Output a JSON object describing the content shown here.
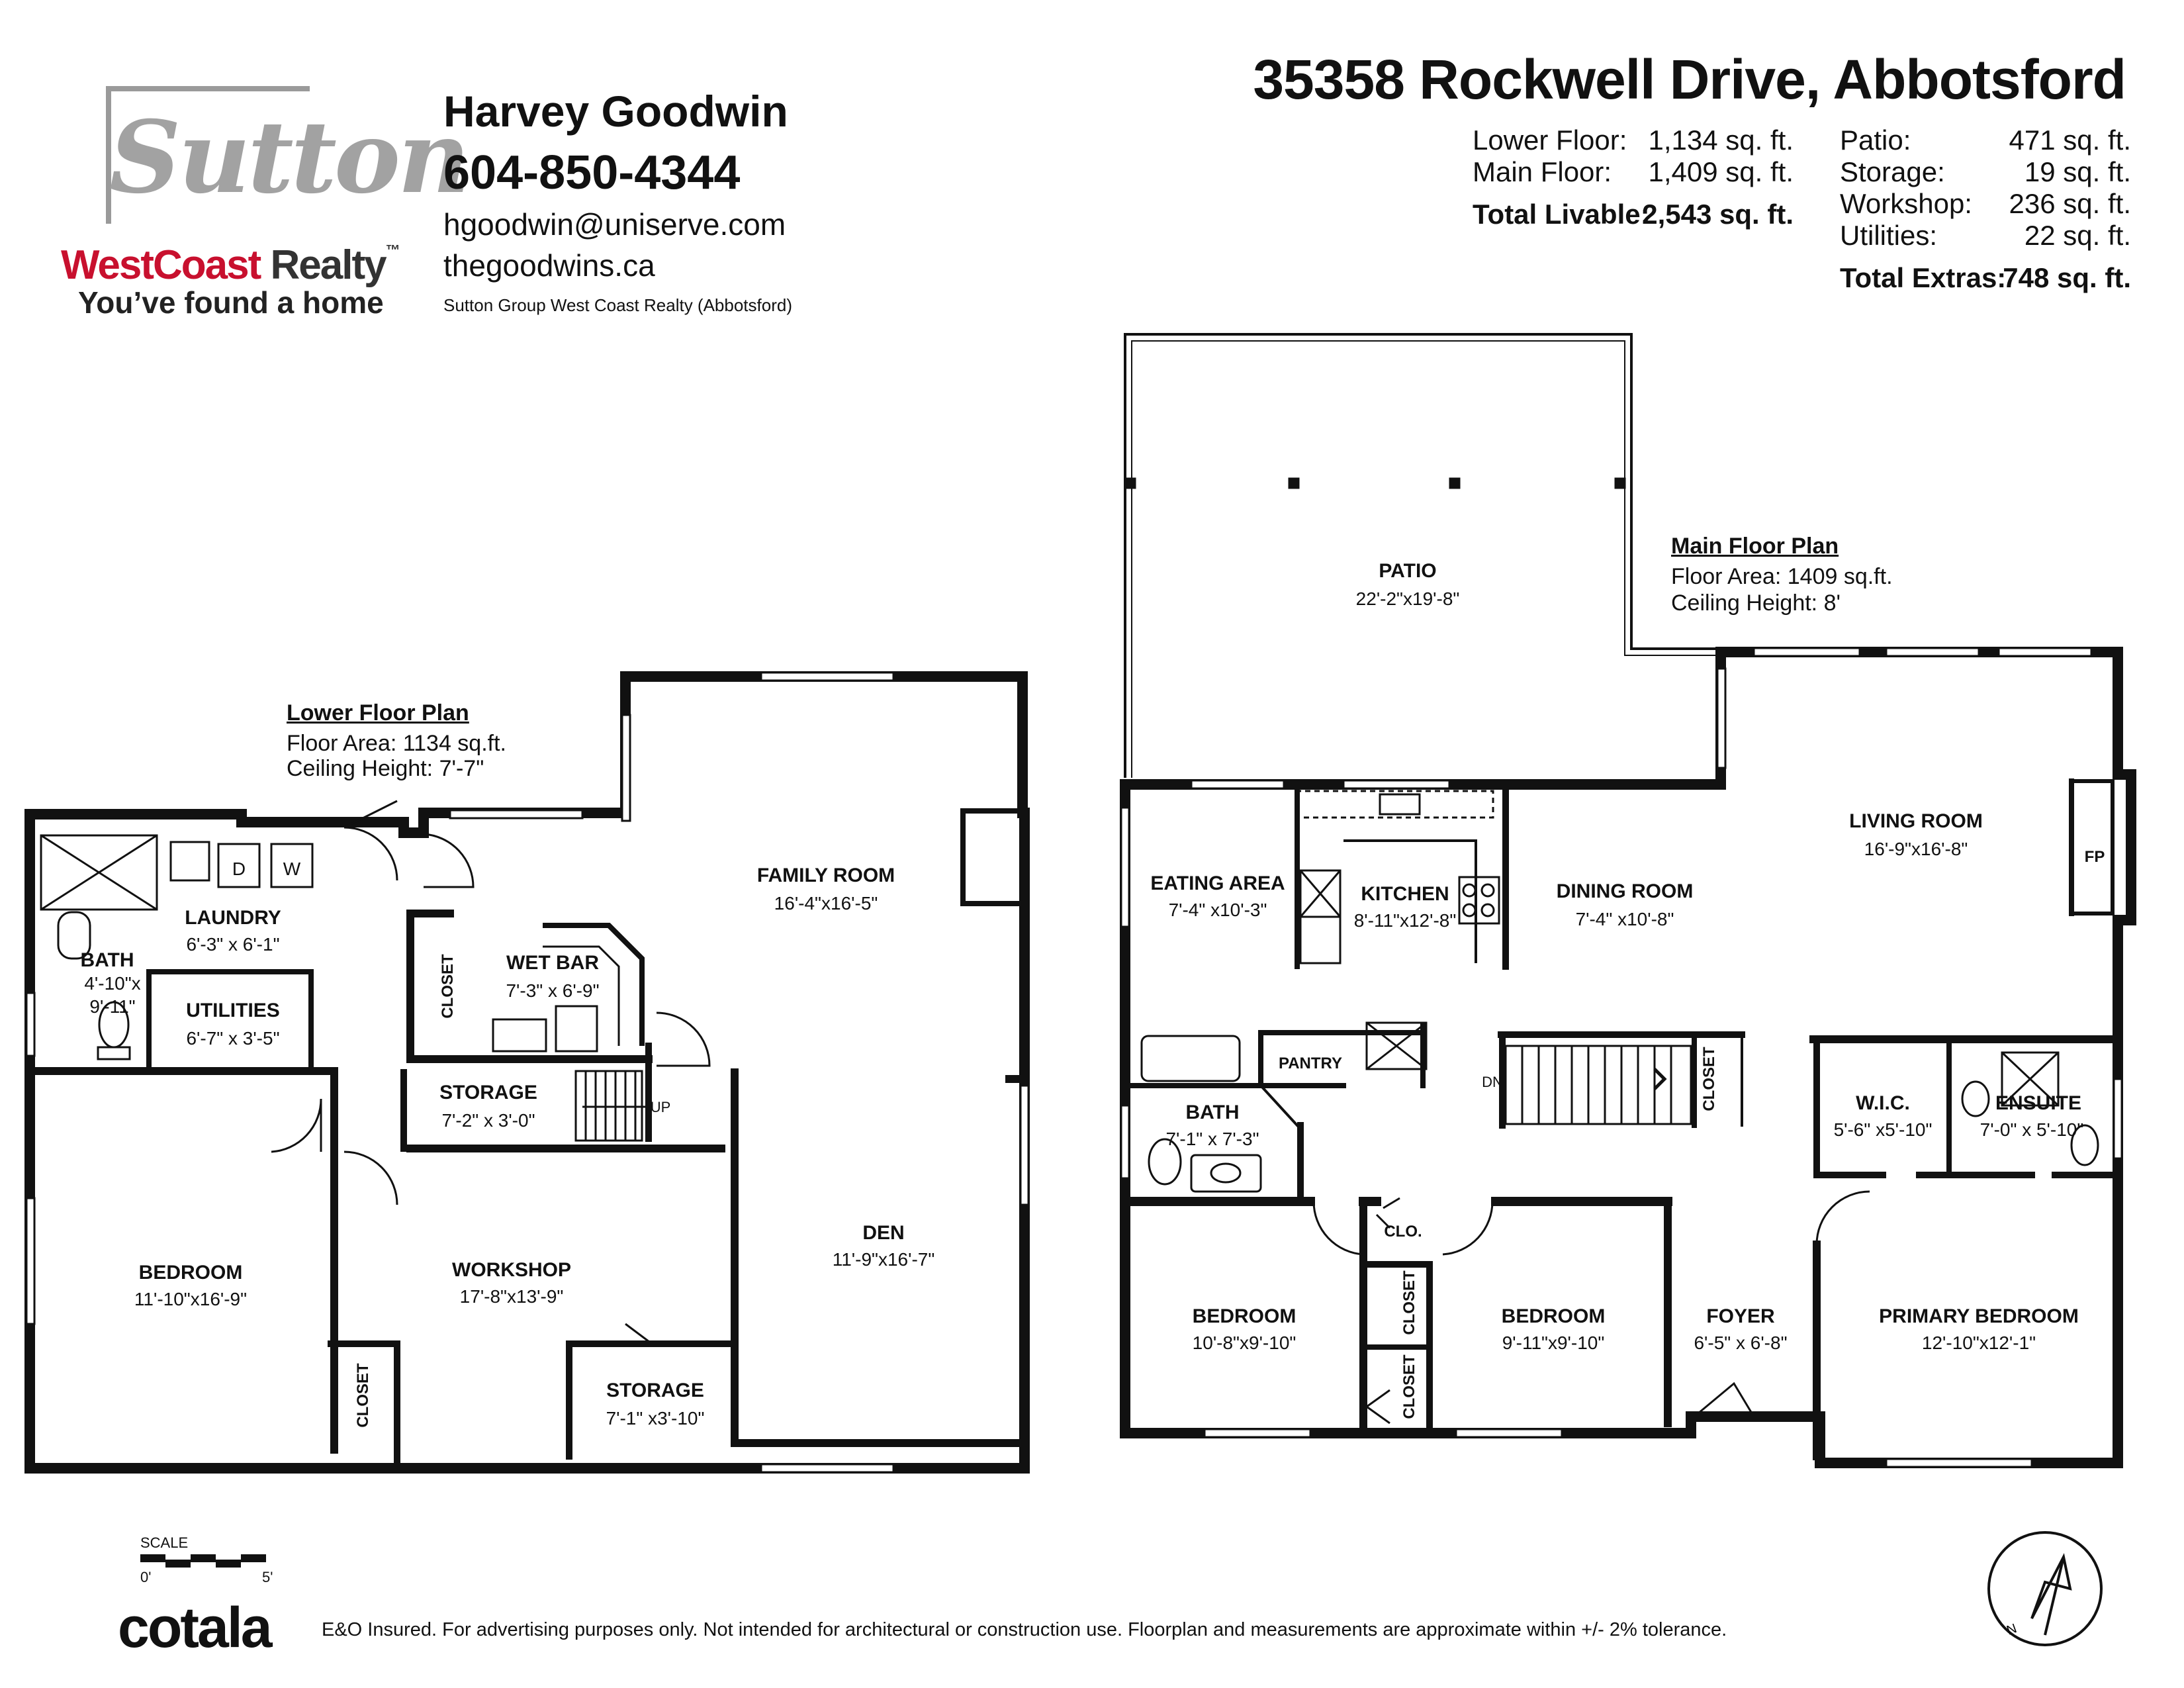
{
  "header": {
    "brokerage_logo_word": "Sutton",
    "brokerage_line1_red": "WestCoast",
    "brokerage_line1_black": "Realty",
    "tm": "™",
    "tagline": "You’ve found a home",
    "agent_name": "Harvey Goodwin",
    "agent_phone": "604-850-4344",
    "agent_email": "hgoodwin@uniserve.com",
    "agent_website": "thegoodwins.ca",
    "brokerage_full": "Sutton Group West Coast Realty (Abbotsford)",
    "address": "35358 Rockwell Drive, Abbotsford"
  },
  "areas": {
    "lower_label": "Lower Floor:",
    "lower_value": "1,134 sq. ft.",
    "main_label": "Main Floor:",
    "main_value": "1,409 sq. ft.",
    "total_livable_label": "Total Livable:",
    "total_livable_value": "2,543 sq. ft.",
    "patio_label": "Patio:",
    "patio_value": "471 sq. ft.",
    "storage_label": "Storage:",
    "storage_value": "19 sq. ft.",
    "workshop_label": "Workshop:",
    "workshop_value": "236 sq. ft.",
    "utilities_label": "Utilities:",
    "utilities_value": "22 sq. ft.",
    "total_extras_label": "Total Extras:",
    "total_extras_value": "748 sq. ft."
  },
  "lower_plan": {
    "title": "Lower Floor Plan",
    "floor_area": "Floor Area: 1134 sq.ft.",
    "ceiling": "Ceiling Height: 7'-7\"",
    "rooms": {
      "laundry": {
        "name": "LAUNDRY",
        "dim": "6'-3\" x 6'-1\""
      },
      "bath": {
        "name": "BATH",
        "dim1": "4'-10\"x",
        "dim2": "9'-11\""
      },
      "utilities": {
        "name": "UTILITIES",
        "dim": "6'-7\" x 3'-5\""
      },
      "closet1": {
        "name": "CLOSET"
      },
      "wetbar": {
        "name": "WET BAR",
        "dim": "7'-3\" x 6'-9\""
      },
      "family": {
        "name": "FAMILY ROOM",
        "dim": "16'-4\"x16'-5\""
      },
      "storage1": {
        "name": "STORAGE",
        "dim": "7'-2\" x 3'-0\""
      },
      "up": "UP",
      "bedroom": {
        "name": "BEDROOM",
        "dim": "11'-10\"x16'-9\""
      },
      "workshop": {
        "name": "WORKSHOP",
        "dim": "17'-8\"x13'-9\""
      },
      "den": {
        "name": "DEN",
        "dim": "11'-9\"x16'-7\""
      },
      "closet2": {
        "name": "CLOSET"
      },
      "storage2": {
        "name": "STORAGE",
        "dim": "7'-1\" x3'-10\""
      },
      "dryer": "D",
      "washer": "W"
    }
  },
  "main_plan": {
    "title": "Main Floor Plan",
    "floor_area": "Floor Area: 1409 sq.ft.",
    "ceiling": "Ceiling Height: 8'",
    "rooms": {
      "patio": {
        "name": "PATIO",
        "dim": "22'-2\"x19'-8\""
      },
      "eating": {
        "name": "EATING AREA",
        "dim": "7'-4\" x10'-3\""
      },
      "kitchen": {
        "name": "KITCHEN",
        "dim": "8'-11\"x12'-8\""
      },
      "dining": {
        "name": "DINING ROOM",
        "dim": "7'-4\" x10'-8\""
      },
      "living": {
        "name": "LIVING ROOM",
        "dim": "16'-9\"x16'-8\""
      },
      "fp": "FP",
      "pantry": {
        "name": "PANTRY"
      },
      "bath": {
        "name": "BATH",
        "dim": "7'-1\" x 7'-3\""
      },
      "dn": "DN",
      "closet_stair": {
        "name": "CLOSET"
      },
      "wic": {
        "name": "W.I.C.",
        "dim": "5'-6\" x5'-10\""
      },
      "ensuite": {
        "name": "ENSUITE",
        "dim": "7'-0\" x 5'-10\""
      },
      "clo": {
        "name": "CLO."
      },
      "closet_a": {
        "name": "CLOSET"
      },
      "closet_b": {
        "name": "CLOSET"
      },
      "bed1": {
        "name": "BEDROOM",
        "dim": "10'-8\"x9'-10\""
      },
      "bed2": {
        "name": "BEDROOM",
        "dim": "9'-11\"x9'-10\""
      },
      "foyer": {
        "name": "FOYER",
        "dim": "6'-5\" x 6'-8\""
      },
      "primary": {
        "name": "PRIMARY BEDROOM",
        "dim": "12'-10\"x12'-1\""
      }
    }
  },
  "footer": {
    "scale_label": "SCALE",
    "scale_start": "0'",
    "scale_end": "5'",
    "cotala": "cotala",
    "disclaimer": "E&O Insured. For advertising purposes only. Not intended for architectural or construction use. Floorplan and measurements are approximate within +/- 2% tolerance.",
    "north": "N"
  }
}
